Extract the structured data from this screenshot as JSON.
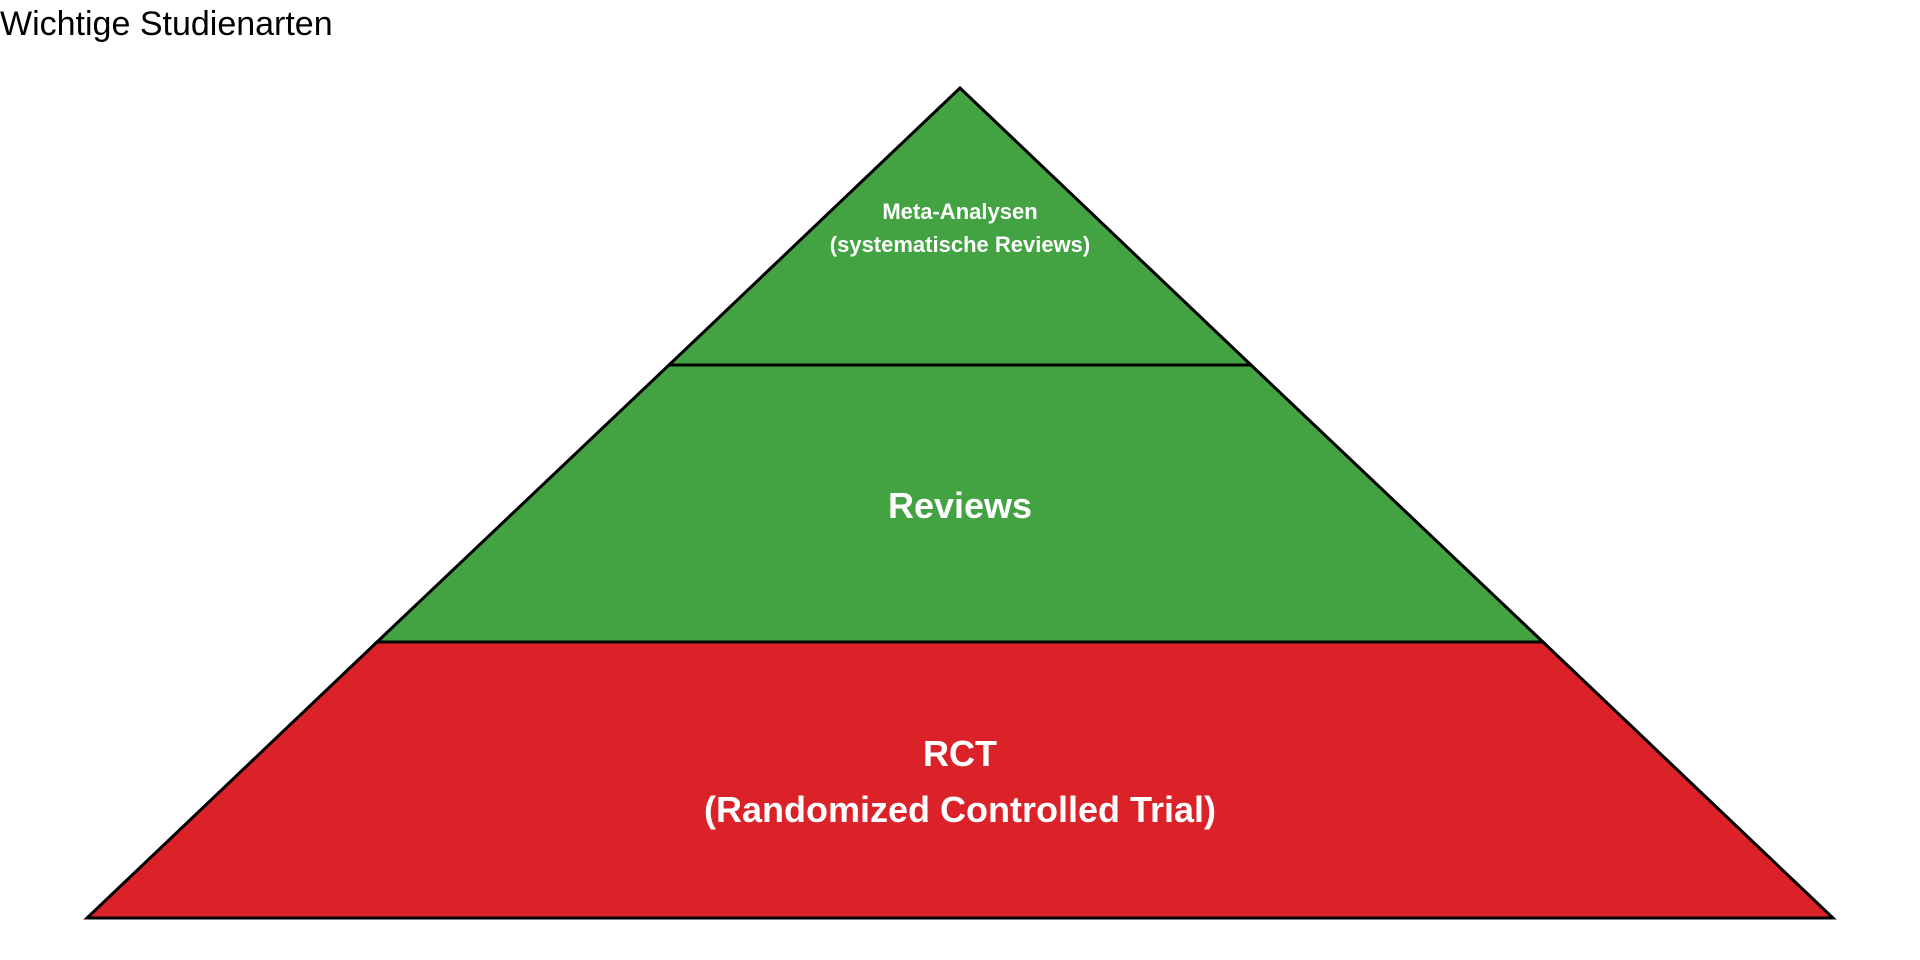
{
  "title": "Wichtige Studienarten",
  "colors": {
    "top": "#43A343",
    "middle": "#43A343",
    "bottom": "#DB2229",
    "outline": "#000000",
    "label": "#FFFFFF"
  },
  "levels": [
    {
      "id": "top",
      "lines": [
        "Meta-Analysen",
        "(systematische Reviews)"
      ]
    },
    {
      "id": "middle",
      "lines": [
        "Reviews"
      ]
    },
    {
      "id": "bottom",
      "lines": [
        "RCT",
        "(Randomized Controlled Trial)"
      ]
    }
  ]
}
